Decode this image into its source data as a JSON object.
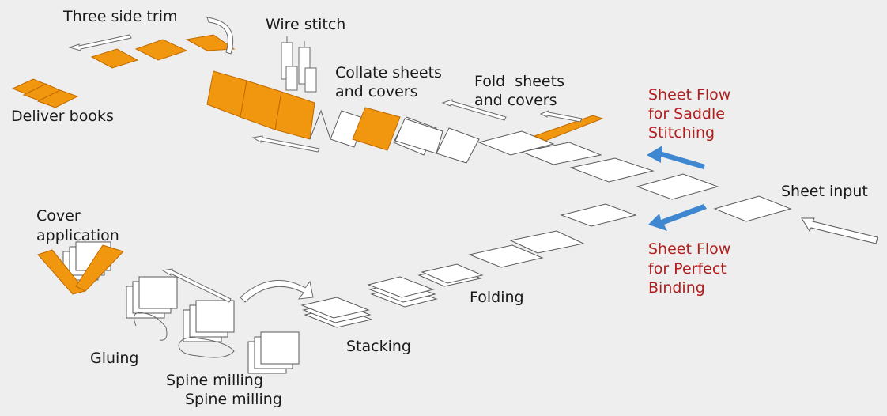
{
  "diagram": {
    "colors": {
      "orange": "#f0960f",
      "orange_dark": "#c06a00",
      "sheet_fill": "#ffffff",
      "outline": "#5a5a5a",
      "flow_arrow": "#3f87d0",
      "flow_text": "#b01e1e",
      "background": "#eeeeee"
    },
    "saddle_stitching": {
      "three_side_trim": "Three side trim",
      "wire_stitch": "Wire stitch",
      "collate": [
        "Collate sheets",
        "and covers"
      ],
      "fold": [
        "Fold  sheets",
        "and covers"
      ],
      "deliver_books": "Deliver books",
      "flow": [
        "Sheet Flow",
        "for Saddle",
        "Stitching"
      ]
    },
    "sheet_input": "Sheet input",
    "perfect_binding": {
      "flow": [
        "Sheet Flow",
        "for Perfect",
        "Binding"
      ],
      "folding": "Folding",
      "stacking": "Stacking",
      "spine_milling_1": "Spine milling",
      "spine_milling_2": "Spine milling",
      "gluing": "Gluing",
      "cover_application": [
        "Cover",
        "application"
      ]
    },
    "icons": [
      "wire-stitch-heads-icon",
      "flow-arrow-icon",
      "process-arrow-icon",
      "rotate-arrow-icon",
      "glue-drip-icon"
    ]
  }
}
